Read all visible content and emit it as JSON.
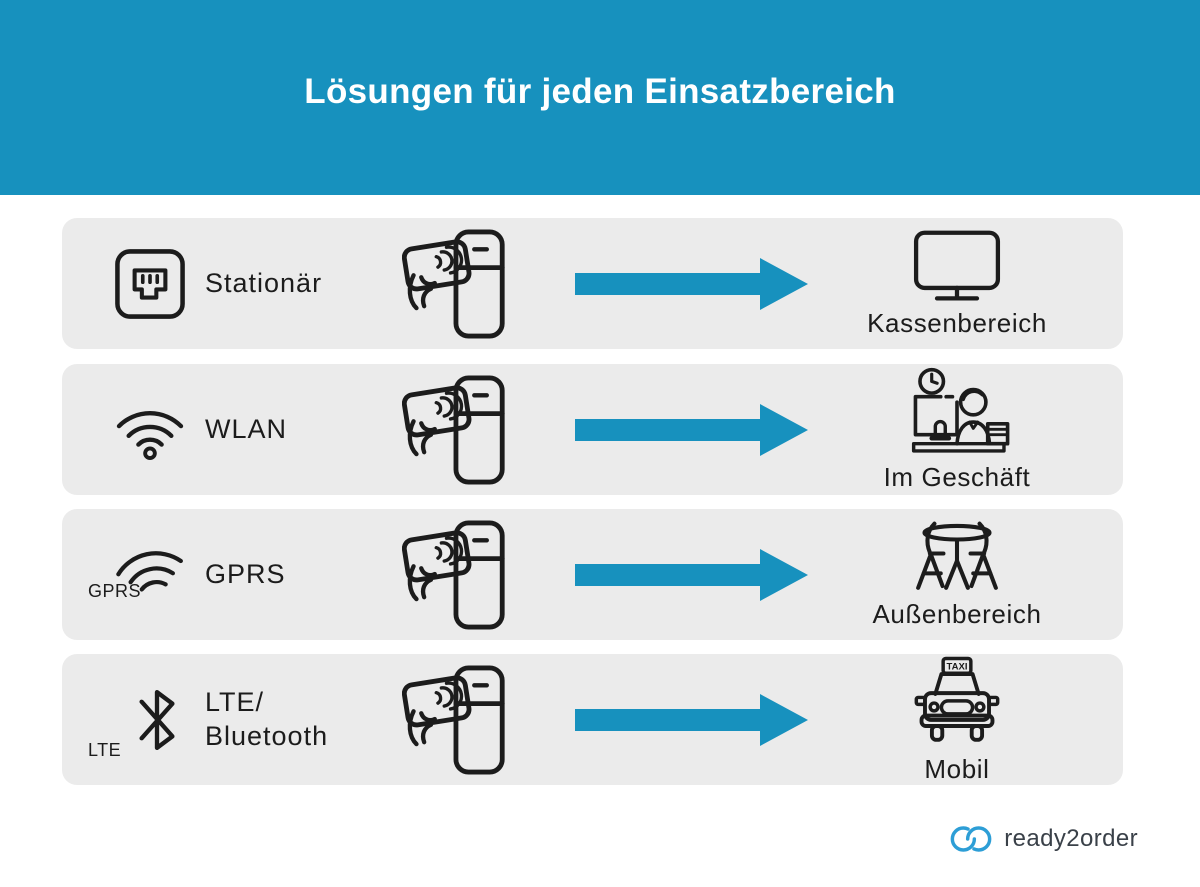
{
  "header": {
    "title": "Lösungen für jeden Einsatzbereich"
  },
  "colors": {
    "header_bg": "#1791BE",
    "arrow": "#1791BE",
    "row_bg": "#EBEBEB",
    "ink": "#1C1C1C",
    "page_bg": "#FFFFFF",
    "title_color": "#FFFFFF",
    "logo_blue": "#2D9ED6",
    "logo_text_color": "#3A4149"
  },
  "rows": [
    {
      "connectivity_label": "Stationär",
      "connectivity_icon": "ethernet-port-icon",
      "device_icon": "contactless-card-payment-terminal-icon",
      "arrow_icon": "arrow-right-icon",
      "destination_icon": "monitor-icon",
      "destination_label": "Kassenbereich"
    },
    {
      "connectivity_label": "WLAN",
      "connectivity_icon": "wifi-icon",
      "device_icon": "contactless-card-payment-terminal-icon",
      "arrow_icon": "arrow-right-icon",
      "destination_icon": "cashier-counter-icon",
      "destination_label": "Im Geschäft"
    },
    {
      "connectivity_label": "GPRS",
      "connectivity_icon": "gprs-signal-icon",
      "connectivity_icon_badge": "GPRS",
      "device_icon": "contactless-card-payment-terminal-icon",
      "arrow_icon": "arrow-right-icon",
      "destination_icon": "outdoor-table-icon",
      "destination_label": "Außenbereich"
    },
    {
      "connectivity_label": "LTE/\nBluetooth",
      "connectivity_icon": "bluetooth-icon",
      "connectivity_icon_badge": "LTE",
      "device_icon": "contactless-card-payment-terminal-icon",
      "arrow_icon": "arrow-right-icon",
      "destination_icon": "taxi-icon",
      "destination_label": "Mobil",
      "taxi_sign_text": "TAXI"
    }
  ],
  "footer": {
    "brand": "ready2order",
    "logo_icon": "ready2order-logo-icon"
  }
}
